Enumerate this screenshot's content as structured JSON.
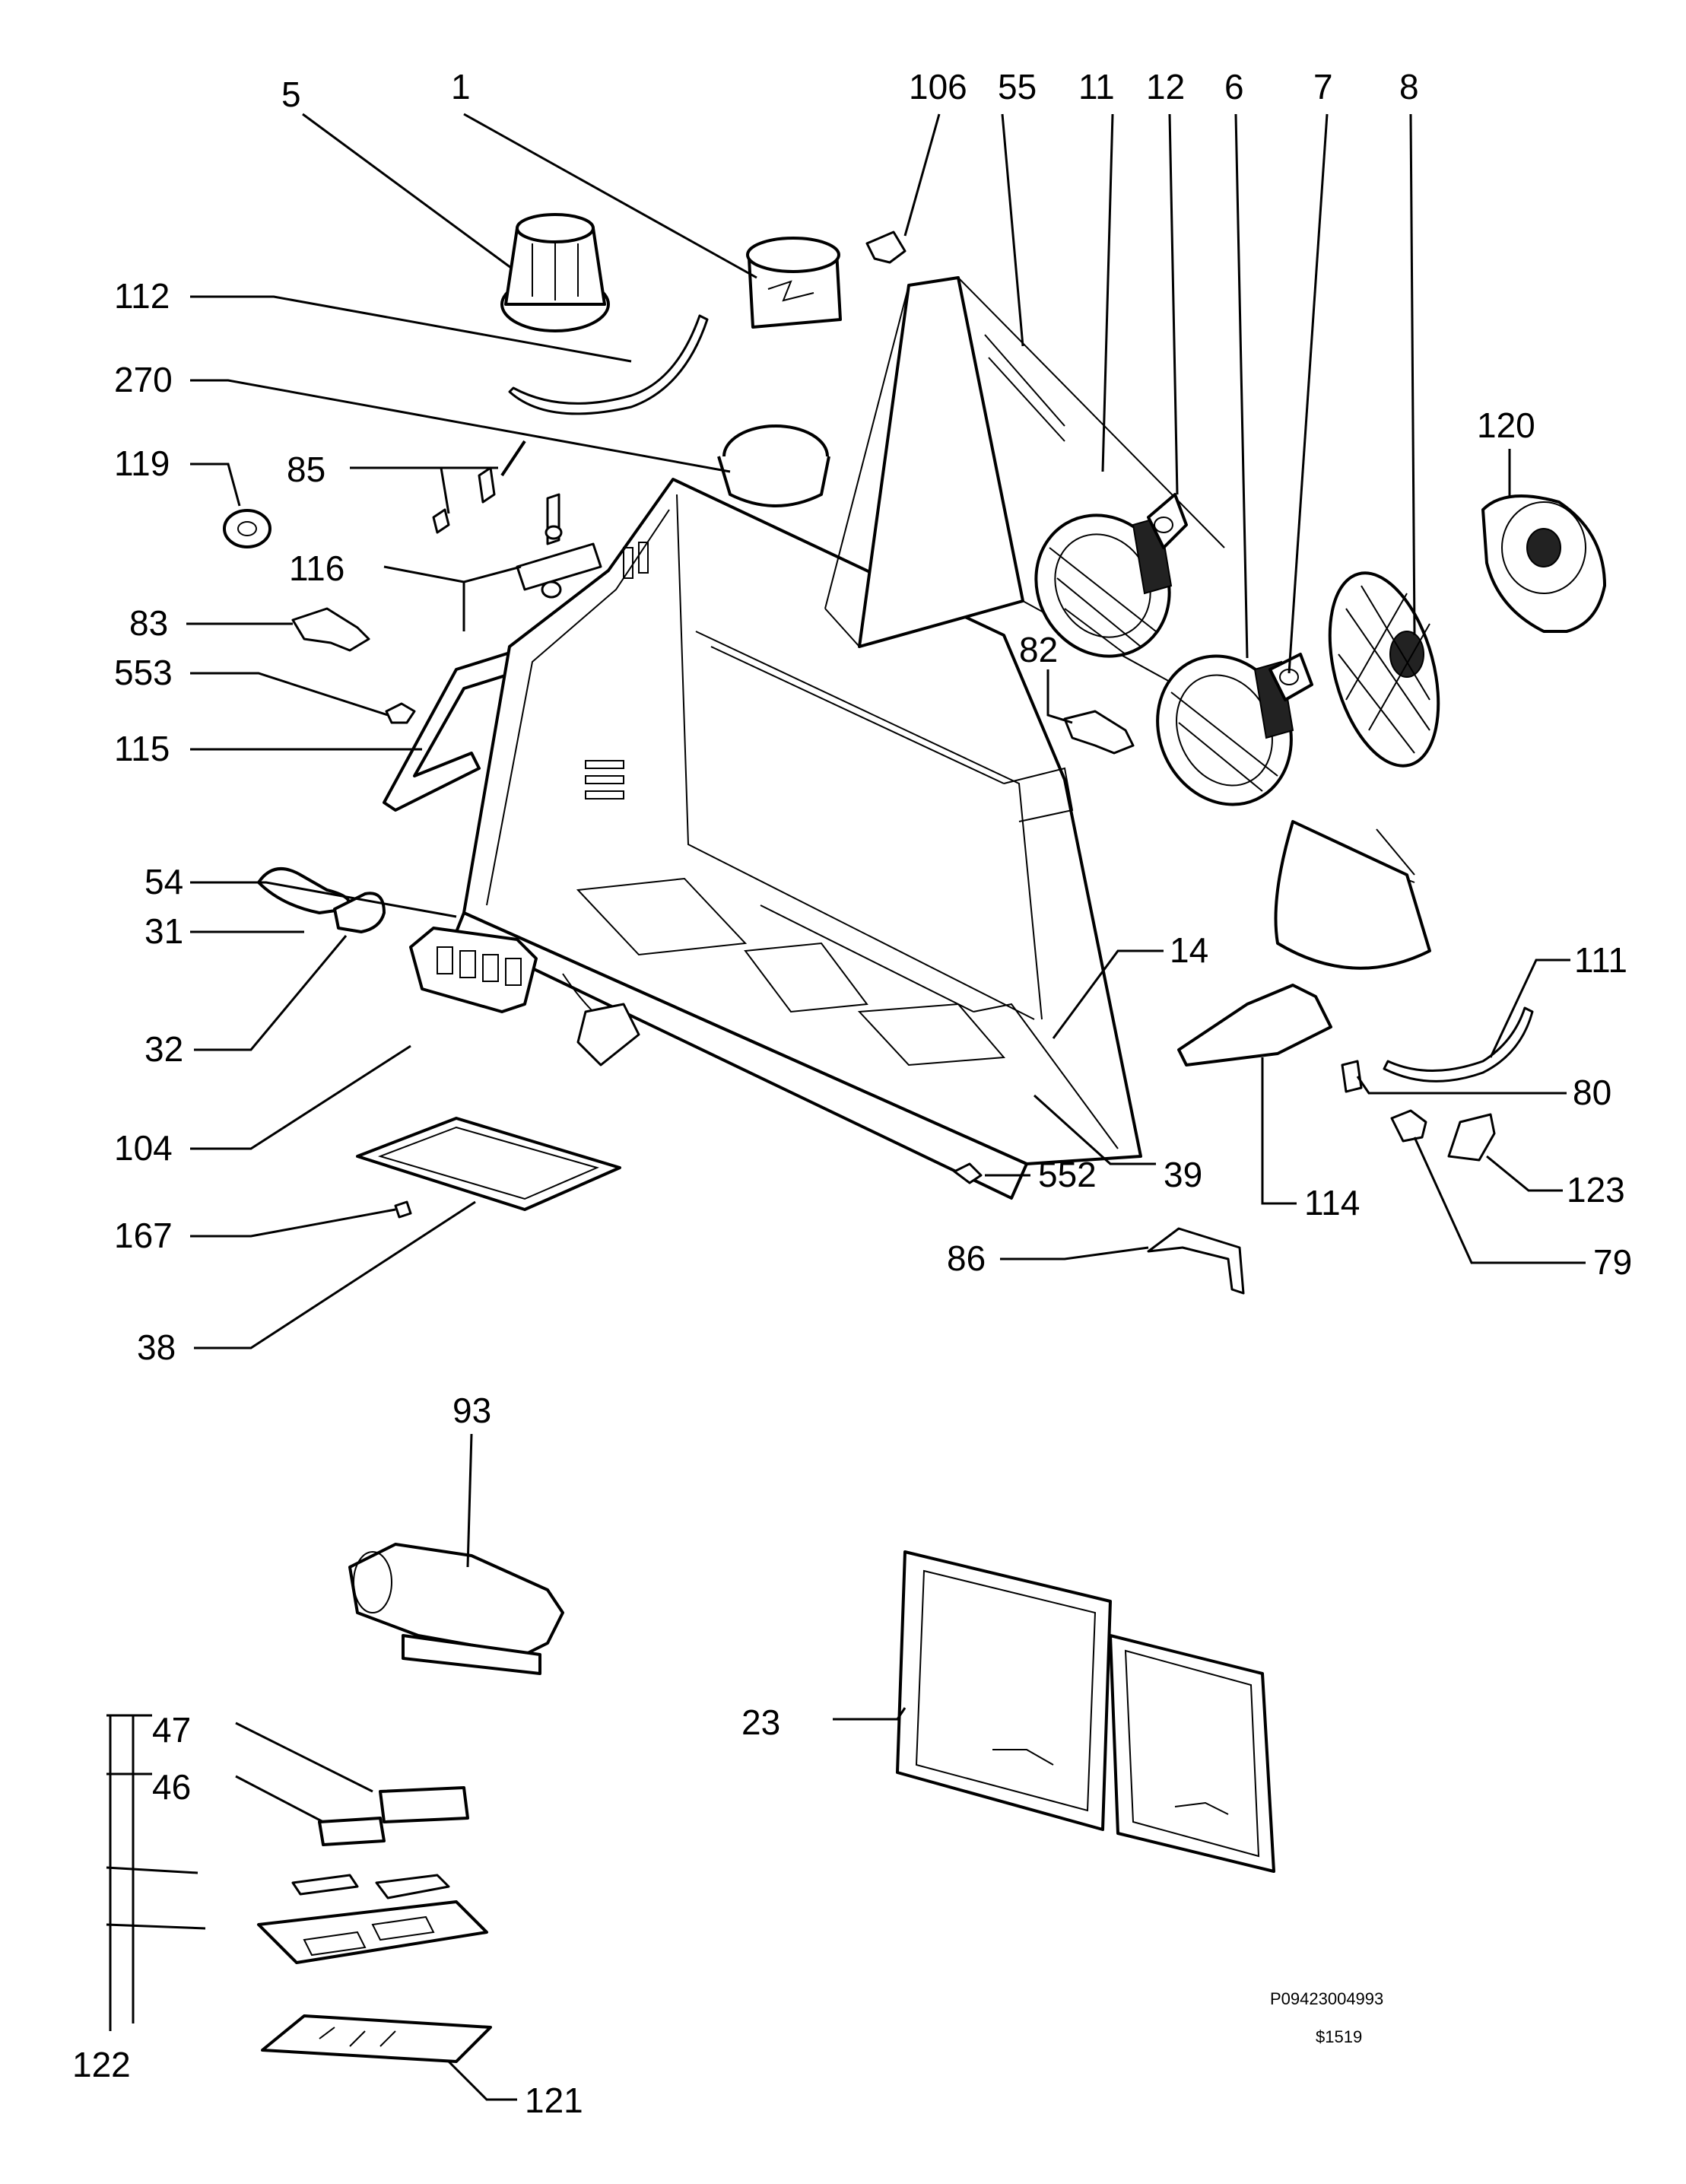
{
  "diagram": {
    "labels": {
      "l5": "5",
      "l1": "1",
      "l106": "106",
      "l55": "55",
      "l11": "11",
      "l12": "12",
      "l6": "6",
      "l7": "7",
      "l8": "8",
      "l112": "112",
      "l270": "270",
      "l120": "120",
      "l119": "119",
      "l85": "85",
      "l116": "116",
      "l83": "83",
      "l553": "553",
      "l115": "115",
      "l82": "82",
      "l54": "54",
      "l14": "14",
      "l111": "111",
      "l31": "31",
      "l32": "32",
      "l80": "80",
      "l104": "104",
      "l123": "123",
      "l552": "552",
      "l39": "39",
      "l114": "114",
      "l79": "79",
      "l167": "167",
      "l86": "86",
      "l38": "38",
      "l93": "93",
      "l47": "47",
      "l46": "46",
      "l23": "23",
      "l122": "122",
      "l121": "121"
    },
    "doc_number": "P09423004993",
    "revision": "$1519"
  }
}
